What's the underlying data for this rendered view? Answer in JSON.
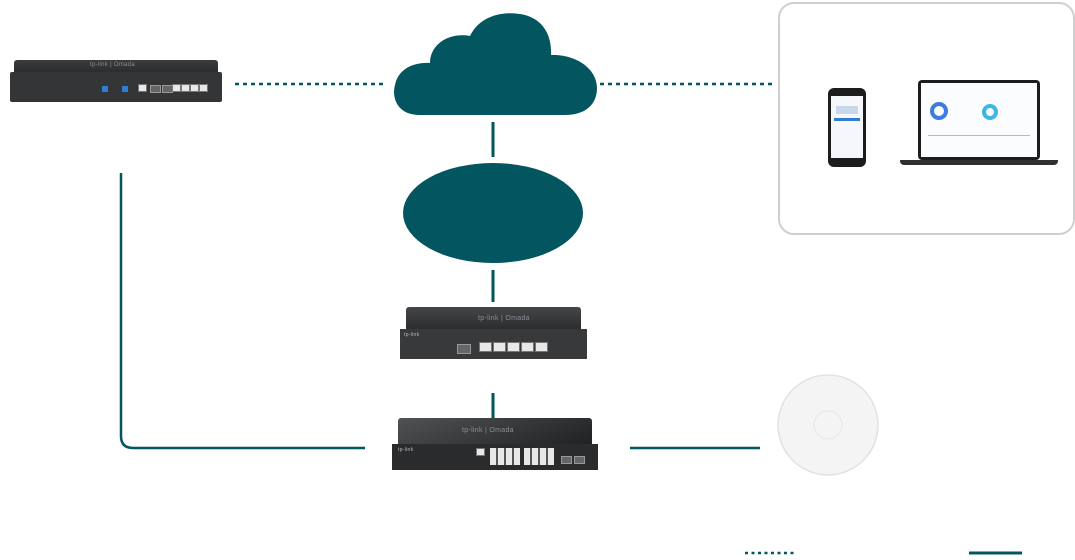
{
  "diagram": {
    "colors": {
      "primary": "#03565f",
      "box_border": "#cfcfcf",
      "device_dark": "#2b2d2f"
    },
    "devices": {
      "controller": {
        "logo": "tp-link | Omada"
      },
      "router": {
        "logo": "tp-link | Omada",
        "brand": "tp-link"
      },
      "switch": {
        "logo": "tp-link | Omada",
        "brand": "tp-link"
      },
      "access_point": {
        "icon": "access-point-icon"
      }
    },
    "legend": [
      {
        "style": "dotted"
      },
      {
        "style": "solid"
      }
    ]
  }
}
